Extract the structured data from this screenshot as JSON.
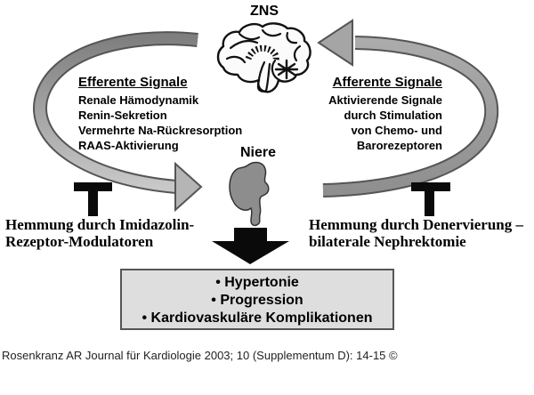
{
  "colors": {
    "band_gray_dark": "#7f7f7f",
    "band_gray_light": "#c8c8c8",
    "band_outline": "#555555",
    "arrowhead_left_fill": "#b5b5b5",
    "arrowhead_right_fill": "#a5a5a5",
    "kidney_fill": "#8d8d8d",
    "outcome_box_fill": "#dedede",
    "outcome_box_border": "#555555",
    "ink": "#000000"
  },
  "labels": {
    "zns": "ZNS",
    "niere": "Niere"
  },
  "efferent": {
    "title": "Efferente Signale",
    "items": [
      "Renale Hämodynamik",
      "Renin-Sekretion",
      "Vermehrte Na-Rückresorption",
      "RAAS-Aktivierung"
    ]
  },
  "afferent": {
    "title": "Afferente Signale",
    "lines": [
      "Aktivierende Signale",
      "durch Stimulation",
      "von Chemo- und",
      "Barorezeptoren"
    ]
  },
  "inhibition_left": {
    "line1": "Hemmung durch Imidazolin-",
    "line2": "Rezeptor-Modulatoren"
  },
  "inhibition_right": {
    "line1": "Hemmung durch Denervierung –",
    "line2": "bilaterale Nephrektomie"
  },
  "outcome_box": {
    "items": [
      "• Hypertonie",
      "• Progression",
      "• Kardiovaskuläre Komplikationen"
    ]
  },
  "footer": {
    "citation": "Rosenkranz AR Journal für Kardiologie 2003; 10 (Supplementum D): 14-15 ©"
  }
}
